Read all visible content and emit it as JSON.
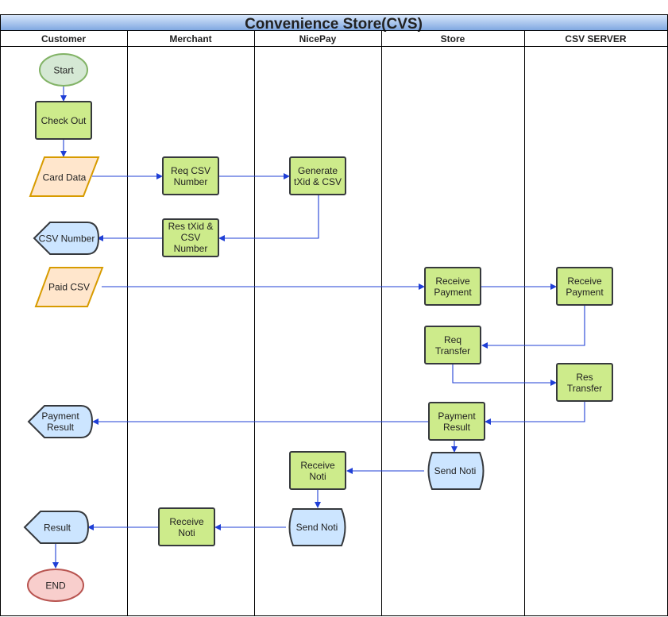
{
  "title": "Convenience Store(CVS)",
  "lanes": [
    "Customer",
    "Merchant",
    "NicePay",
    "Store",
    "CSV SERVER"
  ],
  "nodes": {
    "start": [
      "Start"
    ],
    "checkout": [
      "Check Out"
    ],
    "card_data": [
      "Card Data"
    ],
    "req_csv": [
      "Req CSV",
      "Number"
    ],
    "generate": [
      "Generate",
      "tXid & CSV"
    ],
    "res_txid": [
      "Res tXid &",
      "CSV",
      "Number"
    ],
    "csv_number": [
      "CSV Number"
    ],
    "paid_csv": [
      "Paid CSV"
    ],
    "store_receive": [
      "Receive",
      "Payment"
    ],
    "server_receive": [
      "Receive",
      "Payment"
    ],
    "req_transfer": [
      "Req",
      "Transfer"
    ],
    "res_transfer": [
      "Res",
      "Transfer"
    ],
    "payment_result_store": [
      "Payment",
      "Result"
    ],
    "payment_result_cust": [
      "Payment",
      "Result"
    ],
    "send_noti_store": [
      "Send Noti"
    ],
    "receive_noti_nicepay": [
      "Receive",
      "Noti"
    ],
    "send_noti_nicepay": [
      "Send Noti"
    ],
    "receive_noti_merchant": [
      "Receive",
      "Noti"
    ],
    "result": [
      "Result"
    ],
    "end": [
      "END"
    ]
  },
  "colors": {
    "process_fill": "#cdeb8b",
    "process_stroke": "#36393d",
    "io_fill": "#ffe6cc",
    "io_stroke": "#d79b00",
    "display_fill": "#cce5ff",
    "display_stroke": "#36393d",
    "start_fill": "#d5e8d4",
    "start_stroke": "#82b366",
    "end_fill": "#f8cecc",
    "end_stroke": "#b85450",
    "edge": "#1f3fd6",
    "header_fill": "#a9c4eb"
  }
}
